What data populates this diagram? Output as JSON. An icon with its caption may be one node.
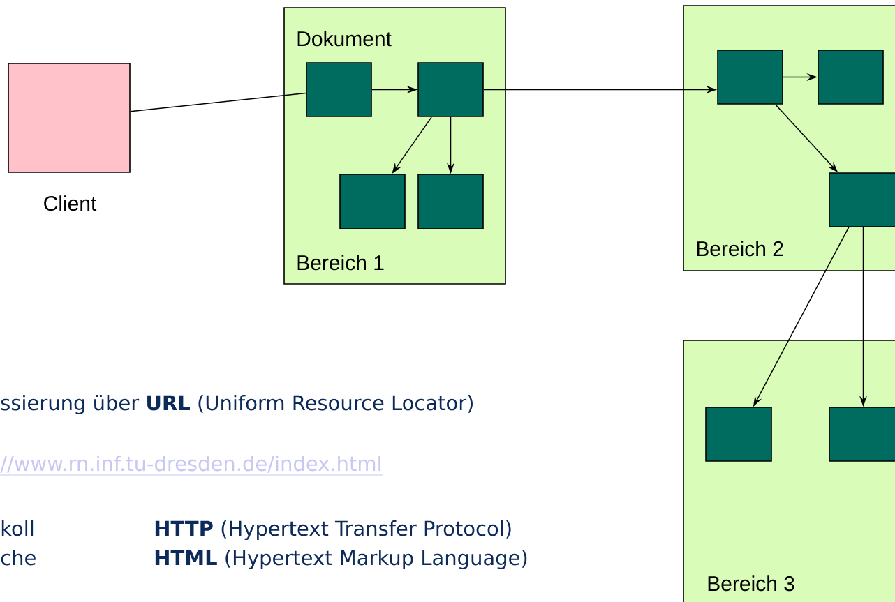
{
  "diagram": {
    "nodes": [
      {
        "text": [
          "Client"
        ]
      },
      {
        "text": [
          "Dokument",
          "Bereich 1"
        ]
      },
      {
        "text": [],
        "shape": "box",
        "in": 1
      },
      {
        "text": [],
        "shape": "box",
        "in": 1
      },
      {
        "text": [],
        "shape": "box",
        "in": 1
      },
      {
        "text": [],
        "shape": "box",
        "in": 1
      },
      {
        "text": [
          "Bereich 2"
        ]
      },
      {
        "text": [],
        "shape": "box",
        "in": 6
      },
      {
        "text": [],
        "shape": "box",
        "in": 6
      },
      {
        "text": [],
        "shape": "box",
        "in": 6
      },
      {
        "text": [
          "Bereich 3"
        ]
      },
      {
        "text": [],
        "shape": "box",
        "in": 10
      },
      {
        "text": [],
        "shape": "box",
        "in": 10
      }
    ],
    "edges": [
      {
        "from": 0,
        "to": 2,
        "arrow": "none"
      },
      {
        "from": 2,
        "to": 3,
        "arrow": "to"
      },
      {
        "from": 3,
        "to": 4,
        "arrow": "to"
      },
      {
        "from": 3,
        "to": 5,
        "arrow": "to"
      },
      {
        "from": 3,
        "to": 7,
        "arrow": "to"
      },
      {
        "from": 7,
        "to": 8,
        "arrow": "to"
      },
      {
        "from": 7,
        "to": 9,
        "arrow": "to"
      },
      {
        "from": 9,
        "to": 11,
        "arrow": "to"
      },
      {
        "from": 9,
        "to": 12,
        "arrow": "to"
      }
    ],
    "labels": [
      "ssierung über **URL** (Uniform Resource Locator)",
      "//www.rn.inf.tu-dresden.de/index.html",
      "koll",
      "**HTTP** (Hypertext Transfer Protocol)",
      "che",
      "**HTML** (Hypertext Markup Language)"
    ]
  }
}
